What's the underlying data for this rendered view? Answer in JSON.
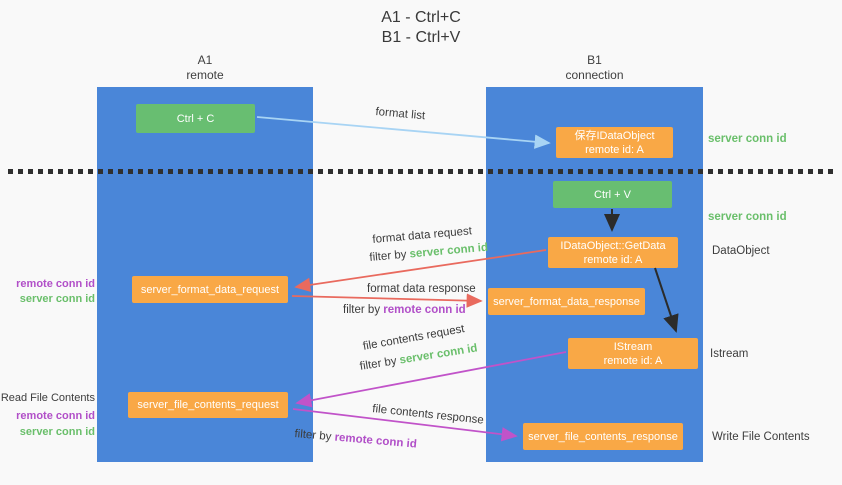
{
  "title": {
    "line1": "A1 - Ctrl+C",
    "line2": "B1 - Ctrl+V"
  },
  "lanes": {
    "left": {
      "title": "A1",
      "subtitle": "remote"
    },
    "right": {
      "title": "B1",
      "subtitle": "connection"
    }
  },
  "nodes": {
    "ctrl_c": {
      "label": "Ctrl + C"
    },
    "save_dataobject": {
      "line1": "保存IDataObject",
      "line2": "remote id: A"
    },
    "ctrl_v": {
      "label": "Ctrl + V"
    },
    "getdata": {
      "line1": "IDataObject::GetData",
      "line2": "remote id: A"
    },
    "server_format_data_request": {
      "label": "server_format_data_request"
    },
    "server_format_data_response": {
      "label": "server_format_data_response"
    },
    "istream": {
      "line1": "IStream",
      "line2": "remote id: A"
    },
    "server_file_contents_request": {
      "label": "server_file_contents_request"
    },
    "server_file_contents_response": {
      "label": "server_file_contents_response"
    }
  },
  "arrow_labels": {
    "format_list": "format list",
    "format_data_request": "format data request",
    "format_data_request_filter_prefix": "filter by ",
    "format_data_request_filter_key": "server conn id",
    "format_data_response": "format data response",
    "format_data_response_filter_prefix": "filter by ",
    "format_data_response_filter_key": "remote conn id",
    "file_contents_request": "file contents request",
    "file_contents_request_filter_prefix": "filter by ",
    "file_contents_request_filter_key": "server conn id",
    "file_contents_response": "file contents response",
    "file_contents_response_filter_prefix": "filter by ",
    "file_contents_response_filter_key": "remote conn id"
  },
  "annotations": {
    "right": {
      "server_conn_id_top": "server conn id",
      "server_conn_id_mid": "server conn id",
      "dataobject": "DataObject",
      "istream": "Istream",
      "write_file_contents": "Write File Contents"
    },
    "left": {
      "remote_conn_id_top": "remote conn id",
      "server_conn_id_top": "server conn id",
      "read_file_contents": "Read File Contents",
      "remote_conn_id_bottom": "remote conn id",
      "server_conn_id_bottom": "server conn id"
    }
  },
  "colors": {
    "lane_blue": "#4a86d8",
    "node_green": "#68be71",
    "node_orange": "#f9a846",
    "conn_id_green": "#6abf6b",
    "conn_id_purple": "#b14fc8",
    "arrow_light_blue": "#a8d4f4",
    "arrow_black": "#2b2b2b",
    "arrow_red": "#e96a5e",
    "arrow_magenta": "#c153c9",
    "text_dark": "#3c3c3c"
  }
}
